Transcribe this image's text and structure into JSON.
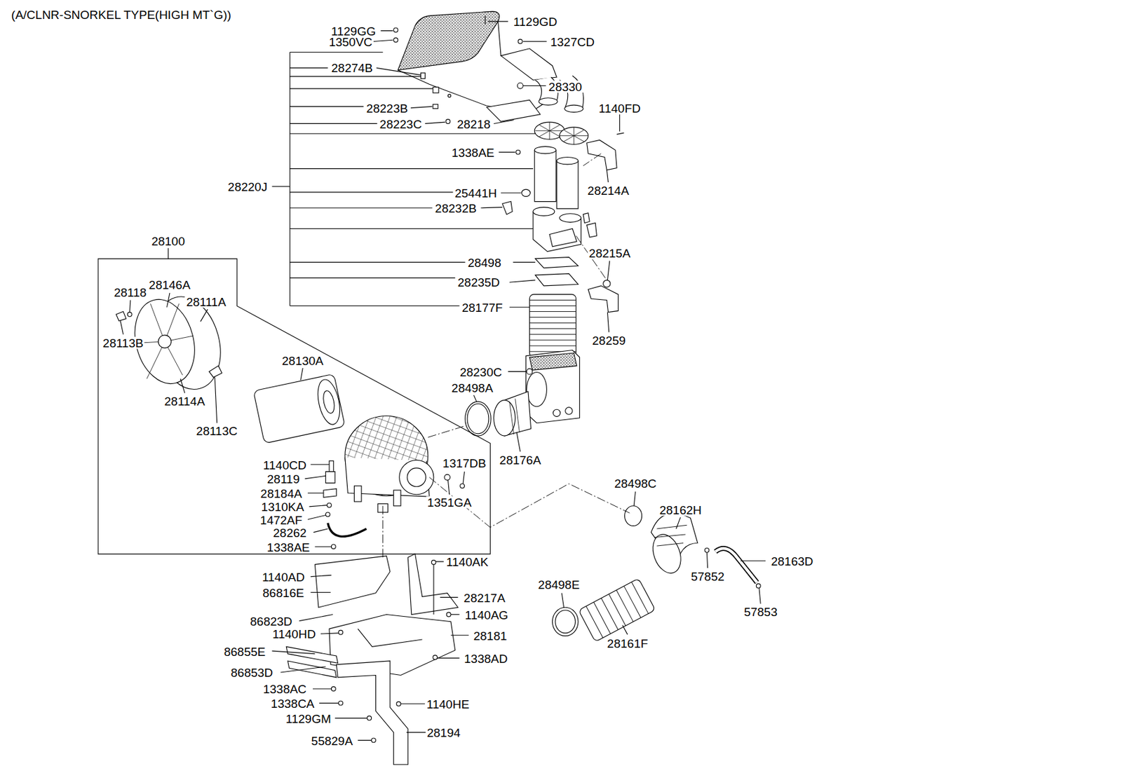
{
  "diagram": {
    "title": "(A/CLNR-SNORKEL TYPE(HIGH MT`G))",
    "nodes": [
      {
        "text": [
          "28100"
        ]
      }
    ],
    "labels": [
      "1129GD",
      "1129GG",
      "1350VC",
      "1327CD",
      "28274B",
      "28330",
      "28223B",
      "1140FD",
      "28223C",
      "28218",
      "1338AE",
      "28220J",
      "28214A",
      "25441H",
      "28232B",
      "28215A",
      "28498",
      "28235D",
      "28146A",
      "28118",
      "28111A",
      "28177F",
      "28113B",
      "28259",
      "28130A",
      "28230C",
      "28498A",
      "28114A",
      "28113C",
      "28176A",
      "1317DB",
      "1140CD",
      "28119",
      "28498C",
      "28184A",
      "1351GA",
      "1310KA",
      "28162H",
      "1472AF",
      "28262",
      "1338AE",
      "28163D",
      "1140AK",
      "57852",
      "1140AD",
      "28498E",
      "86816E",
      "28217A",
      "57853",
      "1140AG",
      "86823D",
      "1140HD",
      "28181",
      "28161F",
      "86855E",
      "1338AD",
      "86853D",
      "1338AC",
      "1338CA",
      "1140HE",
      "1129GM",
      "28194",
      "55829A"
    ]
  }
}
